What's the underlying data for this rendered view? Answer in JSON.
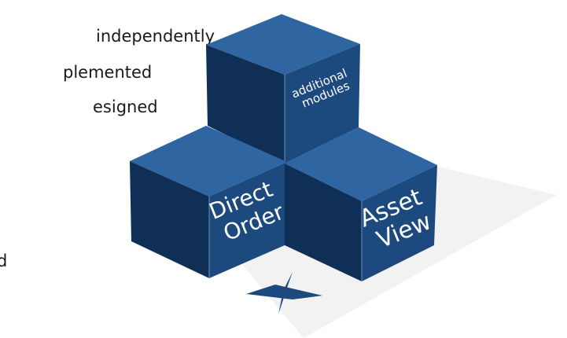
{
  "text_fragments": [
    "independently",
    "plemented",
    "esigned",
    "d"
  ],
  "cubes": {
    "top": {
      "lines": [
        "additional",
        "modules"
      ]
    },
    "left": {
      "lines": [
        "Direct",
        "Order"
      ]
    },
    "right": {
      "lines": [
        "Asset",
        "View"
      ]
    }
  },
  "colors": {
    "cube_face": "#1c4a7f",
    "cube_side": "#0f2f56",
    "cube_top": "#2f66a2",
    "edge_line": "#6a8fbf",
    "platform": "#f2f2f2",
    "logo": "#1c4a7f"
  },
  "logo_icon": "x-logo-icon"
}
